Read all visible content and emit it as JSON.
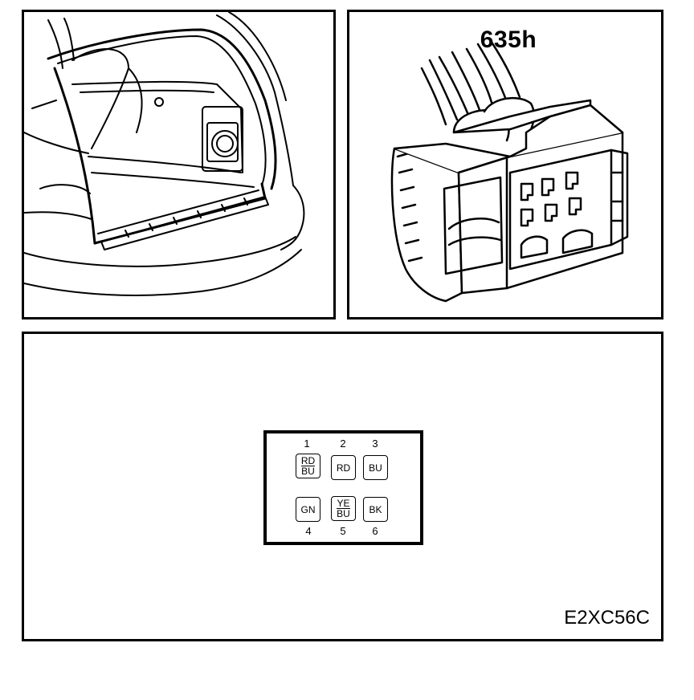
{
  "connector": {
    "label": "635h"
  },
  "figure_code": "E2XC56C",
  "pins": [
    {
      "number": "1",
      "color": "RD",
      "color2": "BU"
    },
    {
      "number": "2",
      "color": "RD",
      "color2": ""
    },
    {
      "number": "3",
      "color": "BU",
      "color2": ""
    },
    {
      "number": "4",
      "color": "GN",
      "color2": ""
    },
    {
      "number": "5",
      "color": "YE",
      "color2": "BU"
    },
    {
      "number": "6",
      "color": "BK",
      "color2": ""
    }
  ]
}
